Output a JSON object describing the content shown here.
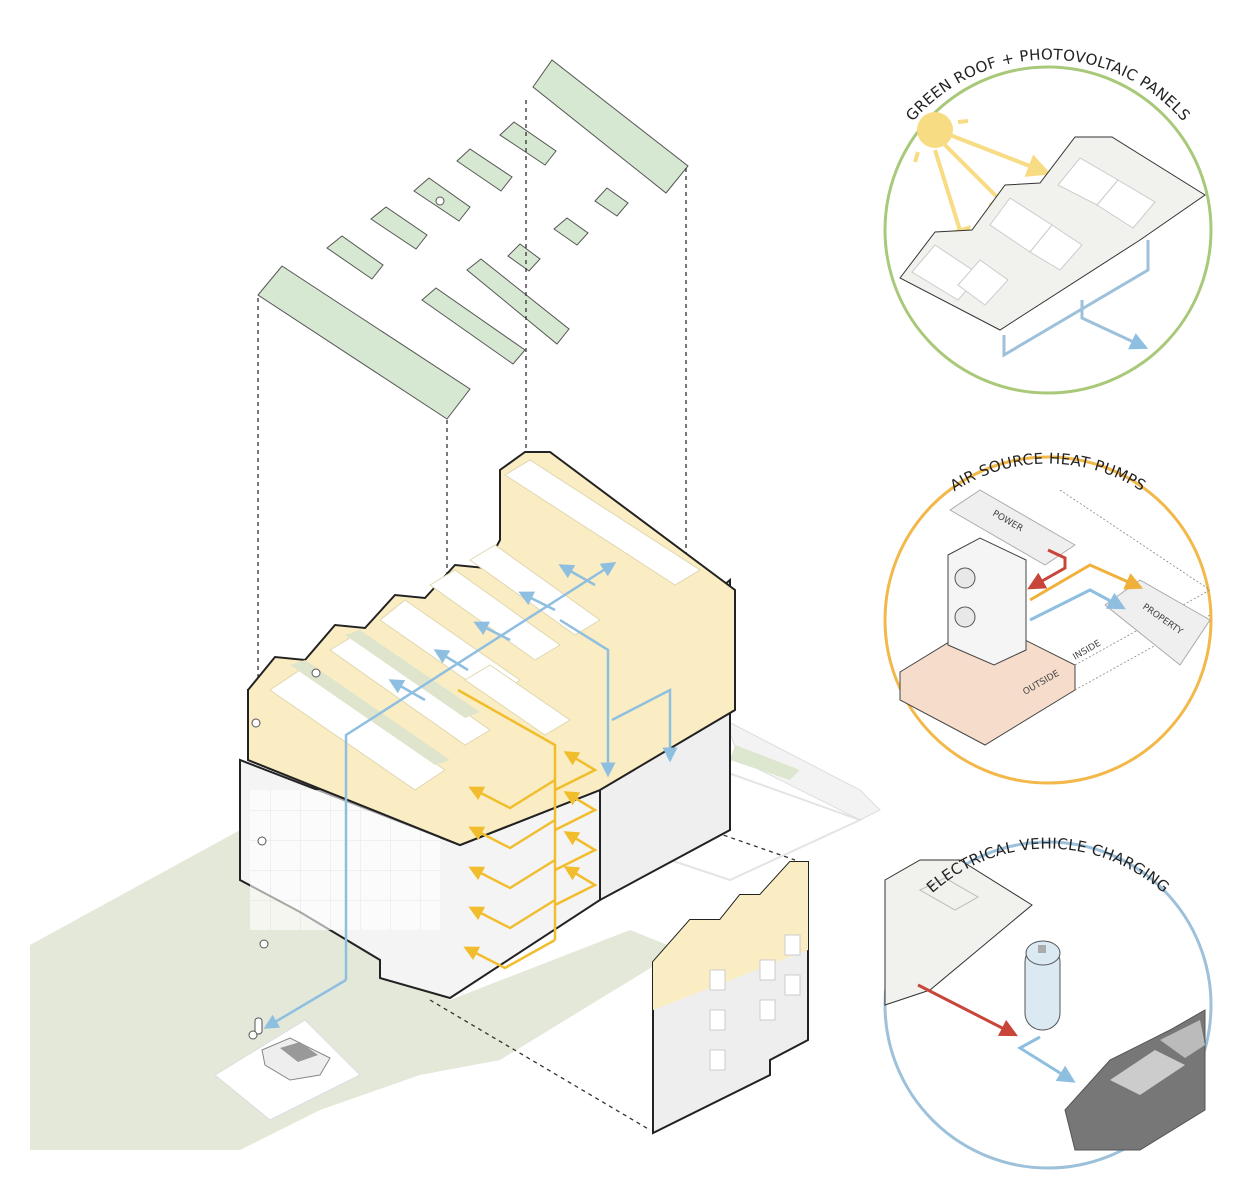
{
  "diagram": {
    "title": "Sustainable building systems axonometric",
    "colors": {
      "pv_panel": "#d6e8d2",
      "green_roof": "#c5d6b4",
      "timber_cladding": "#fbedc3",
      "solar_flow": "#f2bd2c",
      "heat_flow": "#f0b13a",
      "cool_flow": "#8fbfe0",
      "power_flow": "#c8453a",
      "site_grass": "#e3e8d8",
      "circle_green": "#a9c97a",
      "circle_orange": "#f2b84a",
      "circle_blue": "#9dc1db",
      "outside_slab": "#f5dccb"
    },
    "callouts": [
      {
        "id": "green-roof",
        "title": "GREEN ROOF + PHOTOVOLTAIC PANELS",
        "ring_color": "#a9c97a",
        "icons": [
          "sun-icon",
          "roof-icon",
          "arrow-icon"
        ]
      },
      {
        "id": "heat-pumps",
        "title": "AIR SOURCE HEAT PUMPS",
        "ring_color": "#f2b84a",
        "labels": {
          "power": "POWER",
          "property": "PROPERTY",
          "outside": "OUTSIDE",
          "inside": "INSIDE"
        }
      },
      {
        "id": "ev-charging",
        "title": "ELECTRICAL VEHICLE CHARGING",
        "ring_color": "#9dc1db",
        "icons": [
          "charger-icon",
          "car-icon"
        ]
      }
    ]
  }
}
